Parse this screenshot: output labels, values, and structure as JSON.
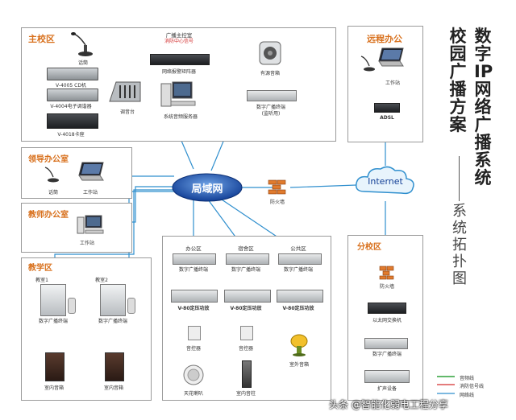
{
  "title_vertical": "数字IP网络广播系统",
  "title_vertical_2": "校园广播方案",
  "subtitle_vertical": "系统拓扑图",
  "panels": {
    "main_campus": "主校区",
    "remote_office": "远程办公",
    "leader_office": "领导办公室",
    "teacher_office": "教师办公室",
    "teaching_area": "教学区",
    "branch_campus": "分校区"
  },
  "main_campus": {
    "mic": "话筒",
    "cd": "V-4005 CD机",
    "tuner": "V-4004电子调谐器",
    "card": "V-4018卡座",
    "mixer": "调音台",
    "control_room": "广播主控室",
    "fire_signal": "消防中心信号",
    "matrix": "网络报警矩阵器",
    "server": "系统音频服务器",
    "active_speaker": "有源音箱",
    "terminal": "数字广播终端",
    "terminal_note": "(监听用)"
  },
  "lan": "局域网",
  "internet": "Internet",
  "firewall": "防火墙",
  "remote": {
    "workstation": "工作站",
    "adsl": "ADSL"
  },
  "leader": {
    "mic": "话筒",
    "workstation": "工作站"
  },
  "teacher": {
    "workstation": "工作站"
  },
  "teaching": {
    "classroom1": "教室1",
    "classroom2": "教室2",
    "terminal1": "数字广播终端",
    "terminal2": "数字广播终端",
    "speaker1": "室内音箱",
    "speaker2": "室内音箱"
  },
  "zones": {
    "office": "办公区",
    "dorm": "宿舍区",
    "public": "公共区",
    "terminal": "数字广播终端",
    "amp": "V-80定压功放",
    "volume": "音控器",
    "ceiling": "天花喇叭",
    "column": "室内音柱",
    "outdoor": "室外音箱"
  },
  "branch": {
    "firewall": "防火墙",
    "switch": "以太网交换机",
    "terminal": "数字广播终端",
    "amp": "扩声设备"
  },
  "legend": {
    "audio": "音频线",
    "fire": "消防信号线",
    "network": "网络线"
  },
  "watermark": "头条 @智能化弱电工程分享",
  "colors": {
    "panel_title": "#d8701c",
    "network_line": "#2f8fce",
    "audio_line": "#2ea23a",
    "fire_line": "#d32f2f",
    "lan_blue": "#1f57b8"
  }
}
